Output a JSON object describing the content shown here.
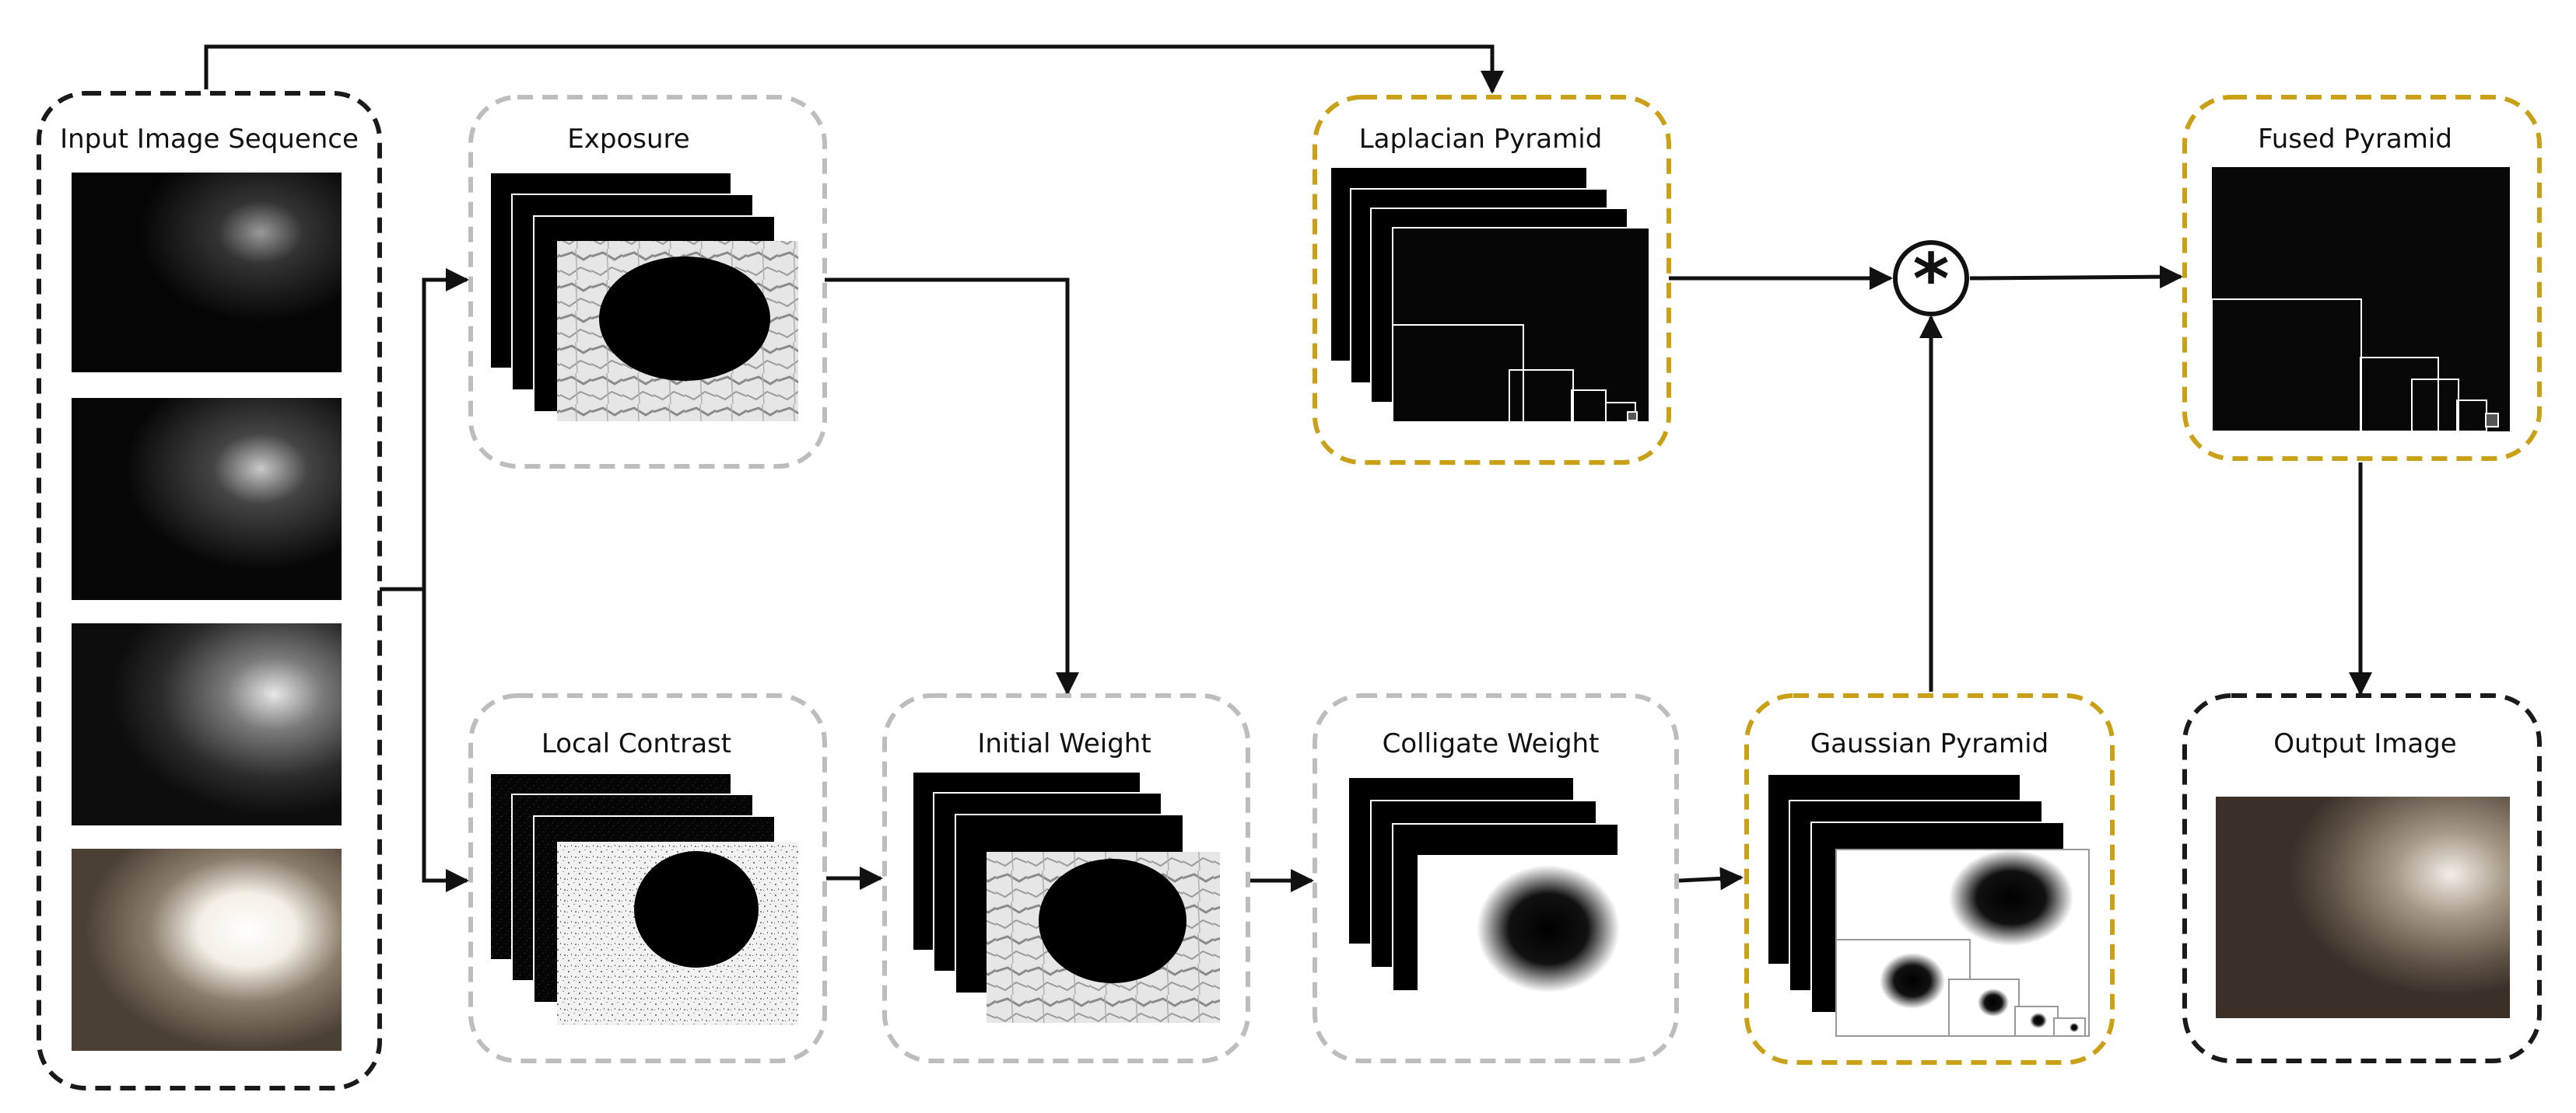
{
  "blocks": {
    "input": {
      "title": "Input Image Sequence"
    },
    "exposure": {
      "title": "Exposure"
    },
    "local_contrast": {
      "title": "Local Contrast"
    },
    "initial_weight": {
      "title": "Initial Weight"
    },
    "colligate_weight": {
      "title": "Colligate Weight"
    },
    "laplacian": {
      "title": "Laplacian Pyramid"
    },
    "gaussian": {
      "title": "Gaussian Pyramid"
    },
    "fused": {
      "title": "Fused Pyramid"
    },
    "output": {
      "title": "Output Image"
    }
  },
  "operator": {
    "symbol": "*"
  },
  "colors": {
    "border_black": "#1a1a1a",
    "border_gray": "#bdbdbd",
    "border_gold": "#c9a016",
    "arrow": "#111111"
  }
}
